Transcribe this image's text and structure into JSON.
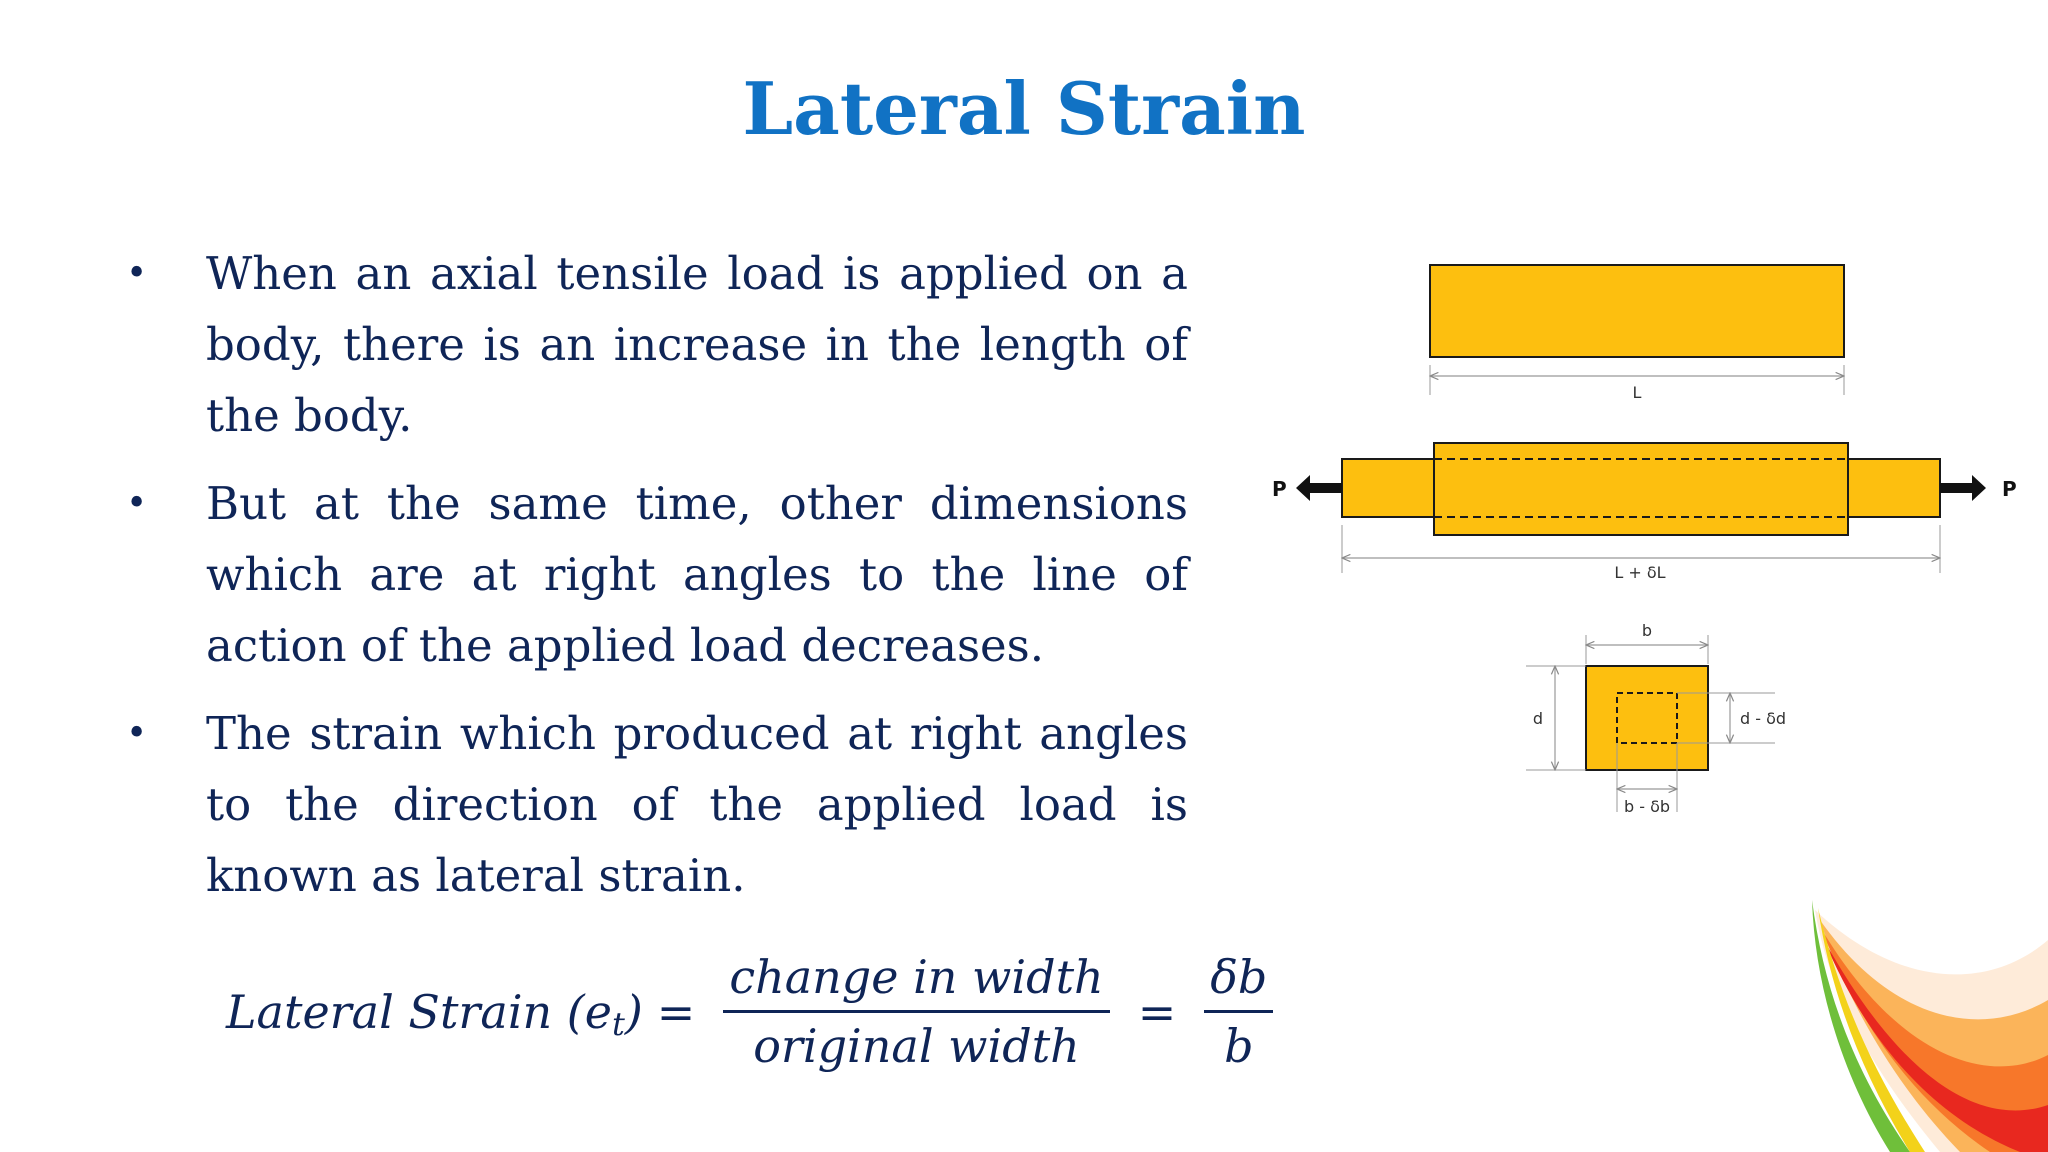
{
  "slide": {
    "title": "Lateral Strain",
    "bullets": [
      "When an axial tensile load is applied on a body, there is an increase in the length of the body.",
      "But at the same time, other dimensions which are at right angles to the line of action of the applied load decreases.",
      "The strain which produced at right angles to the direction of the applied load is known as lateral strain."
    ],
    "bullet_symbol": "•"
  },
  "formula": {
    "lhs": "Lateral Strain (",
    "lhs_symbol": "e",
    "lhs_subscript": "t",
    "lhs_close": ")",
    "equals": "=",
    "fraction1_numerator": "change in width",
    "fraction1_denominator": "original width",
    "fraction2_numerator": "δb",
    "fraction2_denominator": "b"
  },
  "diagram": {
    "length_label": "L",
    "elongated_length_label": "L + δL",
    "load_left": "P",
    "load_right": "P",
    "width_label": "b",
    "depth_label": "d",
    "reduced_depth_label": "d - δd",
    "reduced_width_label": "b - δb",
    "bar_color": "#fdbf0f",
    "outline_color": "#1a1a1a"
  },
  "theme": {
    "title_color": "#1172c4",
    "text_color": "#0f2557"
  }
}
